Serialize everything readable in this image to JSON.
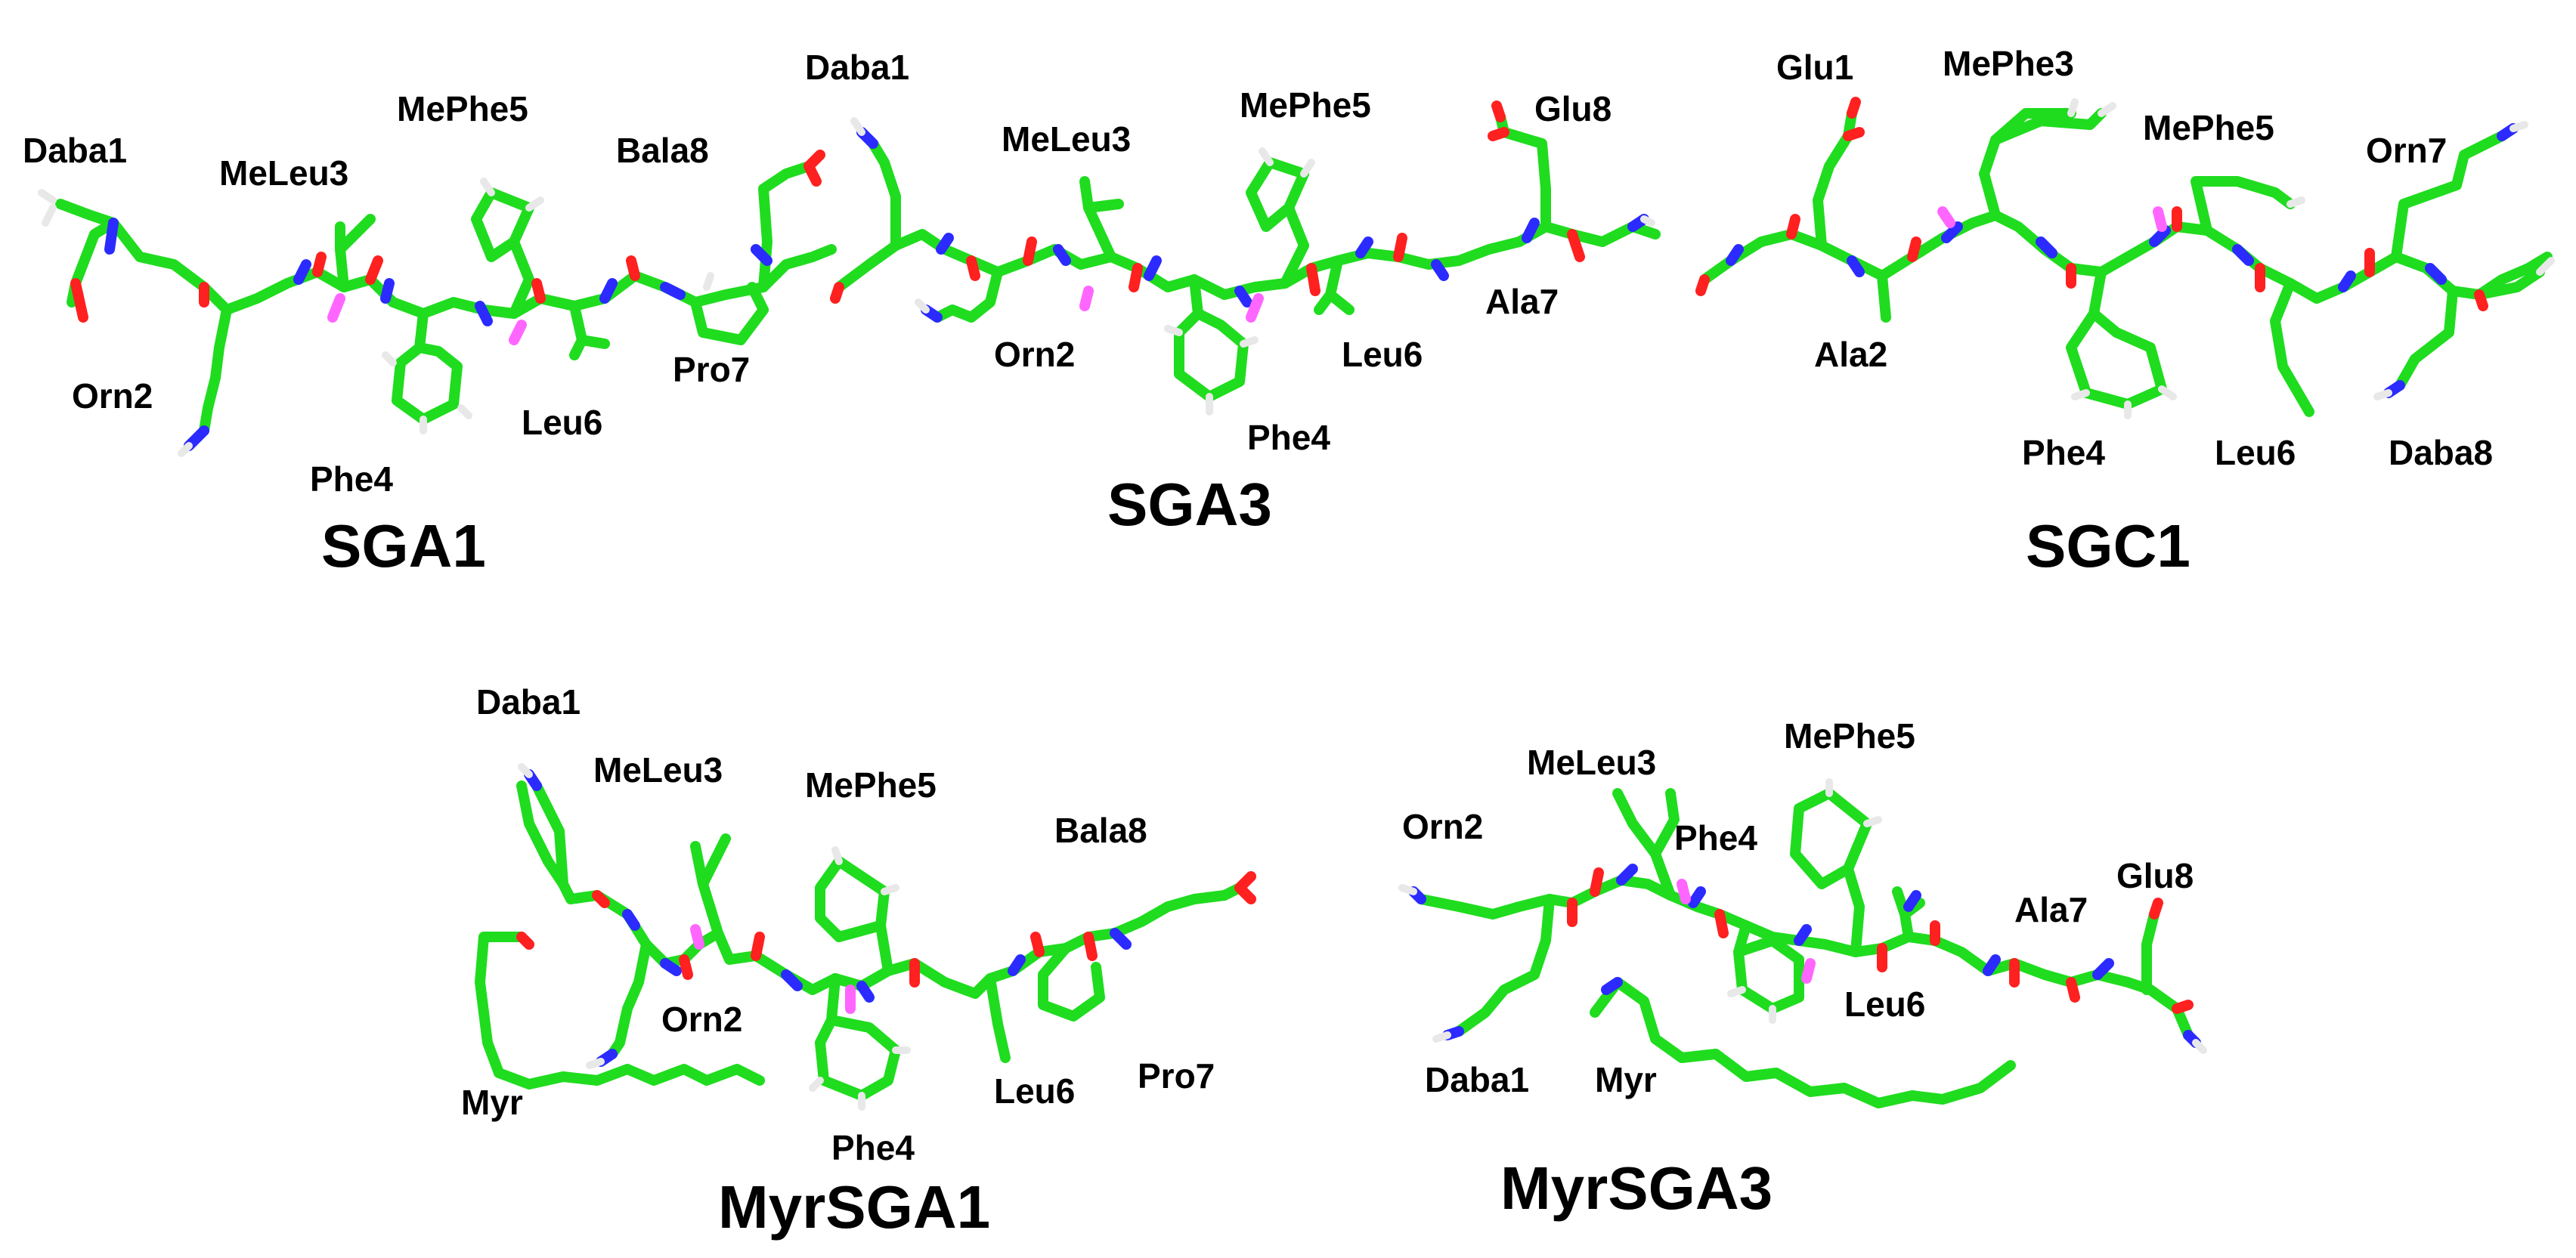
{
  "colors": {
    "carbon": "#1fdc1f",
    "nitrogen": "#2b2bff",
    "oxygen": "#ff2020",
    "hydrogen": "#e8e8e8",
    "methyl": "#ff66ff",
    "text": "#000000",
    "background": "#ffffff"
  },
  "structures": [
    {
      "id": "sga1",
      "title": "SGA1",
      "labels": [
        "Daba1",
        "Orn2",
        "MeLeu3",
        "Phe4",
        "MePhe5",
        "Leu6",
        "Pro7",
        "Bala8"
      ]
    },
    {
      "id": "sga3",
      "title": "SGA3",
      "labels": [
        "Daba1",
        "Orn2",
        "MeLeu3",
        "Phe4",
        "MePhe5",
        "Leu6",
        "Ala7",
        "Glu8"
      ]
    },
    {
      "id": "sgc1",
      "title": "SGC1",
      "labels": [
        "Glu1",
        "Ala2",
        "MePhe3",
        "Phe4",
        "MePhe5",
        "Leu6",
        "Orn7",
        "Daba8"
      ]
    },
    {
      "id": "myrsga1",
      "title": "MyrSGA1",
      "labels": [
        "Daba1",
        "MeLeu3",
        "MePhe5",
        "Bala8",
        "Orn2",
        "Myr",
        "Phe4",
        "Leu6",
        "Pro7"
      ]
    },
    {
      "id": "myrsga3",
      "title": "MyrSGA3",
      "labels": [
        "MePhe5",
        "MeLeu3",
        "Orn2",
        "Phe4",
        "Glu8",
        "Ala7",
        "Leu6",
        "Daba1",
        "Myr"
      ]
    }
  ]
}
